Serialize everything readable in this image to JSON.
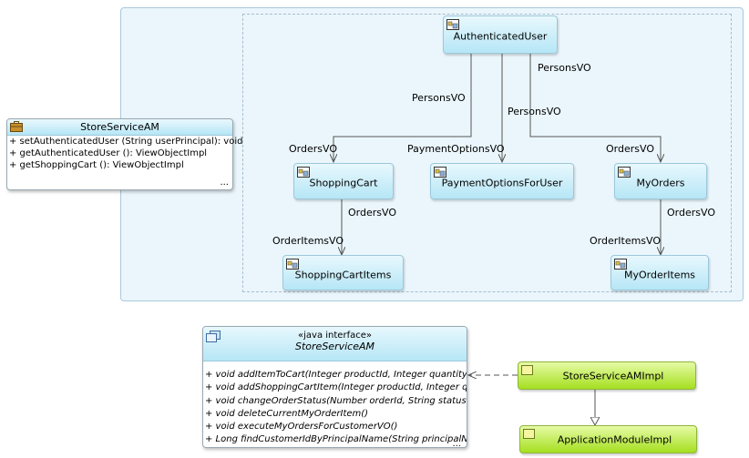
{
  "view_objects": {
    "authenticated_user": "AuthenticatedUser",
    "shopping_cart": "ShoppingCart",
    "payment_options_for_user": "PaymentOptionsForUser",
    "my_orders": "MyOrders",
    "shopping_cart_items": "ShoppingCartItems",
    "my_order_items": "MyOrderItems"
  },
  "links": {
    "persons_vo_left": "PersonsVO",
    "persons_vo_center": "PersonsVO",
    "persons_vo_right": "PersonsVO",
    "orders_vo_left_target": "OrdersVO",
    "payment_options_vo": "PaymentOptionsVO",
    "orders_vo_right_target": "OrdersVO",
    "orders_vo_cart_source": "OrdersVO",
    "order_items_vo_cart": "OrderItemsVO",
    "orders_vo_myorders_source": "OrdersVO",
    "order_items_vo_myorders": "OrderItemsVO"
  },
  "app_module": {
    "title": "StoreServiceAM",
    "operations": [
      "+ setAuthenticatedUser (String userPrincipal): void",
      "+ getAuthenticatedUser (): ViewObjectImpl",
      "+ getShoppingCart (): ViewObjectImpl"
    ],
    "ellipsis": "..."
  },
  "interface": {
    "stereotype": "«java interface»",
    "title": "StoreServiceAM",
    "operations": [
      "+ void addItemToCart(Integer productId, Integer quantity)",
      "+ void addShoppingCartItem(Integer productId, Integer quantity)",
      "+ void changeOrderStatus(Number orderId, String statusCode)",
      "+ void deleteCurrentMyOrderItem()",
      "+ void executeMyOrdersForCustomerVO()",
      "+ Long findCustomerIdByPrincipalName(String principalName)"
    ],
    "ellipsis": "..."
  },
  "impl_classes": {
    "store_service_am_impl": "StoreServiceAMImpl",
    "application_module_impl": "ApplicationModuleImpl"
  }
}
